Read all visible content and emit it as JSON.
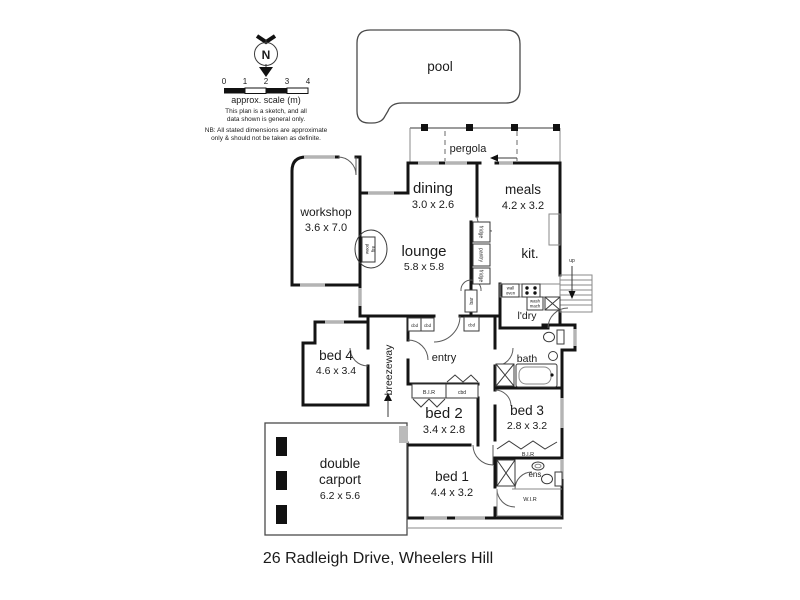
{
  "page": {
    "title": "26 Radleigh Drive, Wheelers Hill"
  },
  "compass": {
    "letter": "N"
  },
  "scale": {
    "ticks": [
      "0",
      "1",
      "2",
      "3",
      "4"
    ],
    "caption": "approx. scale (m)",
    "note1": "This plan is a sketch, and all",
    "note2": "data shown is general only.",
    "nb1": "NB: All stated dimensions are approximate",
    "nb2": "only & should not be taken as definite."
  },
  "outdoor": {
    "pool": "pool",
    "pergola": "pergola"
  },
  "rooms": {
    "dining": {
      "label": "dining",
      "dims": "3.0 x 2.6"
    },
    "meals": {
      "label": "meals",
      "dims": "4.2 x 3.2"
    },
    "workshop": {
      "label": "workshop",
      "dims": "3.6 x 7.0"
    },
    "lounge": {
      "label": "lounge",
      "dims": "5.8 x 5.8"
    },
    "kitchen": {
      "label": "kit."
    },
    "laundry": {
      "label": "l'dry"
    },
    "bath": {
      "label": "bath"
    },
    "entry": {
      "label": "entry"
    },
    "breezeway": {
      "label": "breezeway"
    },
    "bed1": {
      "label": "bed 1",
      "dims": "4.4 x 3.2"
    },
    "bed2": {
      "label": "bed 2",
      "dims": "3.4 x 2.8"
    },
    "bed3": {
      "label": "bed 3",
      "dims": "2.8 x 3.2"
    },
    "bed4": {
      "label": "bed 4",
      "dims": "4.6 x 3.4"
    },
    "carport": {
      "label1": "double",
      "label2": "carport",
      "dims": "6.2 x 5.6"
    },
    "ensuite": {
      "label": "ens."
    }
  },
  "fixtures": {
    "fridge": "fridge",
    "pantry": "pantry",
    "bar": "bar",
    "cbd": "cbd",
    "bir": "B.I.R",
    "wir": "W.I.R",
    "up": "up",
    "wood": "wood",
    "fire": "fire",
    "wall": "wall",
    "oven": "oven",
    "wash": "wash",
    "mach": "mach"
  },
  "colors": {
    "wall": "#141414",
    "window": "#b4b4b4",
    "text": "#1b1b1b",
    "background": "#ffffff"
  }
}
